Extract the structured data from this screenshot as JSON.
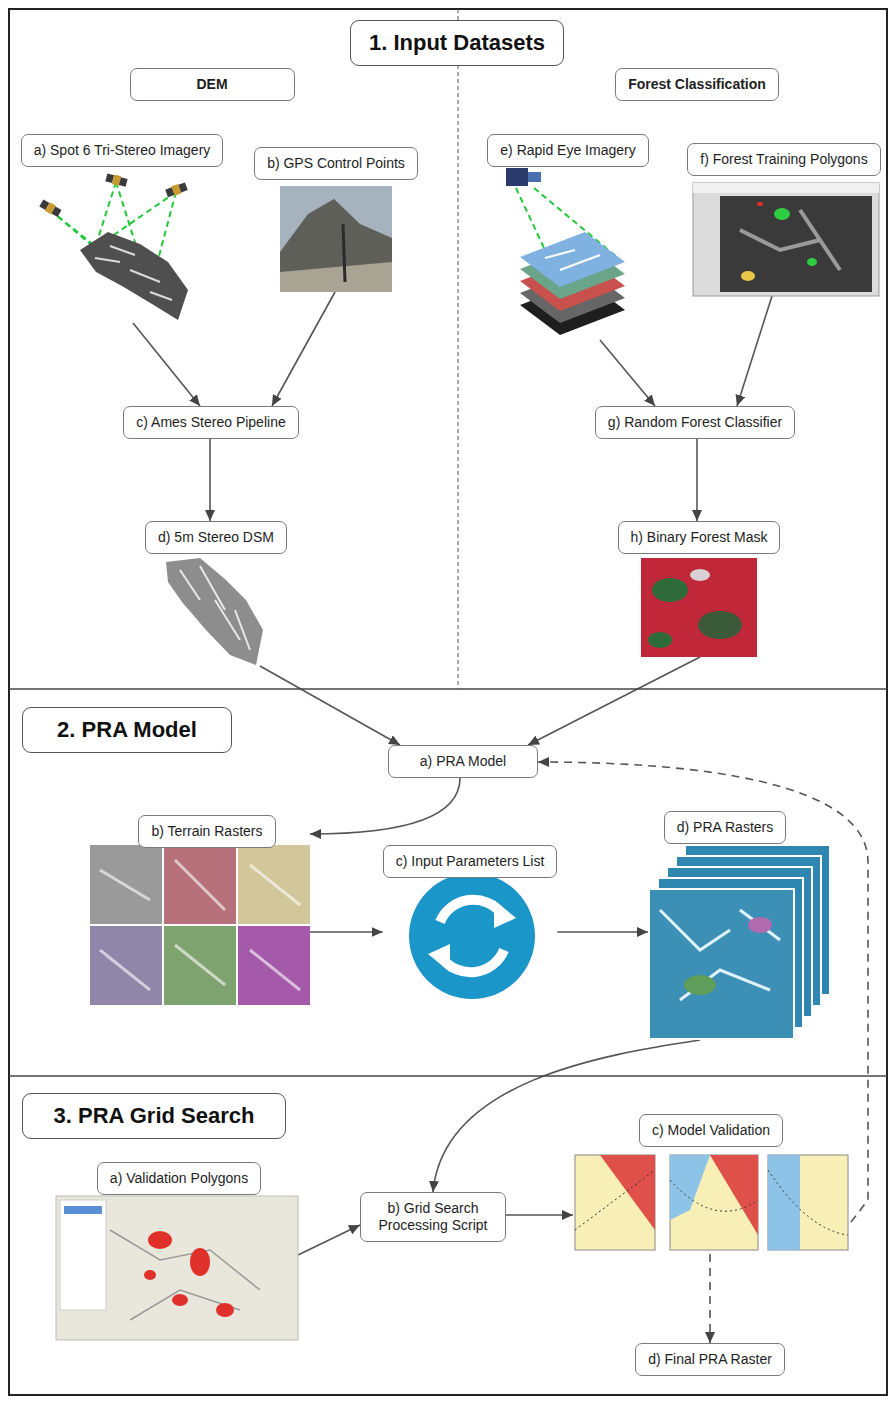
{
  "diagram": {
    "nodes": [
      {
        "text": [
          "1. Input Datasets"
        ]
      },
      {
        "text": [
          "DEM"
        ]
      },
      {
        "text": [
          "Forest Classification"
        ]
      },
      {
        "text": [
          "a) Spot 6 Tri-Stereo Imagery"
        ]
      },
      {
        "text": [
          "b) GPS Control Points"
        ]
      },
      {
        "text": [
          "e) Rapid Eye Imagery"
        ]
      },
      {
        "text": [
          "f) Forest Training Polygons"
        ]
      },
      {
        "text": [
          "c) Ames Stereo Pipeline"
        ]
      },
      {
        "text": [
          "g) Random Forest Classifier"
        ]
      },
      {
        "text": [
          "d) 5m Stereo DSM"
        ]
      },
      {
        "text": [
          "h) Binary Forest Mask"
        ]
      },
      {
        "text": [
          "2. PRA Model"
        ]
      },
      {
        "text": [
          "a) PRA Model"
        ]
      },
      {
        "text": [
          "b) Terrain Rasters"
        ]
      },
      {
        "text": [
          "c) Input Parameters List"
        ]
      },
      {
        "text": [
          "d) PRA Rasters"
        ]
      },
      {
        "text": [
          "3. PRA Grid Search"
        ]
      },
      {
        "text": [
          "a) Validation Polygons"
        ]
      },
      {
        "text": [
          "b) Grid Search Processing Script"
        ]
      },
      {
        "text": [
          "c) Model Validation"
        ]
      },
      {
        "text": [
          "d) Final PRA Raster"
        ]
      }
    ],
    "edges": [
      {
        "from": 3,
        "to": 7,
        "arrow": "to"
      },
      {
        "from": 4,
        "to": 7,
        "arrow": "to"
      },
      {
        "from": 7,
        "to": 9,
        "arrow": "to"
      },
      {
        "from": 5,
        "to": 8,
        "arrow": "to"
      },
      {
        "from": 6,
        "to": 8,
        "arrow": "to"
      },
      {
        "from": 8,
        "to": 10,
        "arrow": "to"
      },
      {
        "from": 9,
        "to": 12,
        "arrow": "to"
      },
      {
        "from": 10,
        "to": 12,
        "arrow": "to"
      },
      {
        "from": 12,
        "to": 13,
        "arrow": "to"
      },
      {
        "from": 13,
        "to": 14,
        "arrow": "to"
      },
      {
        "from": 14,
        "to": 15,
        "arrow": "to"
      },
      {
        "from": 15,
        "to": 18,
        "arrow": "to"
      },
      {
        "from": 17,
        "to": 18,
        "arrow": "to"
      },
      {
        "from": 18,
        "to": 19,
        "arrow": "to"
      },
      {
        "from": 19,
        "to": 12,
        "arrow": "to"
      },
      {
        "from": 19,
        "to": 20,
        "arrow": "to"
      }
    ]
  }
}
